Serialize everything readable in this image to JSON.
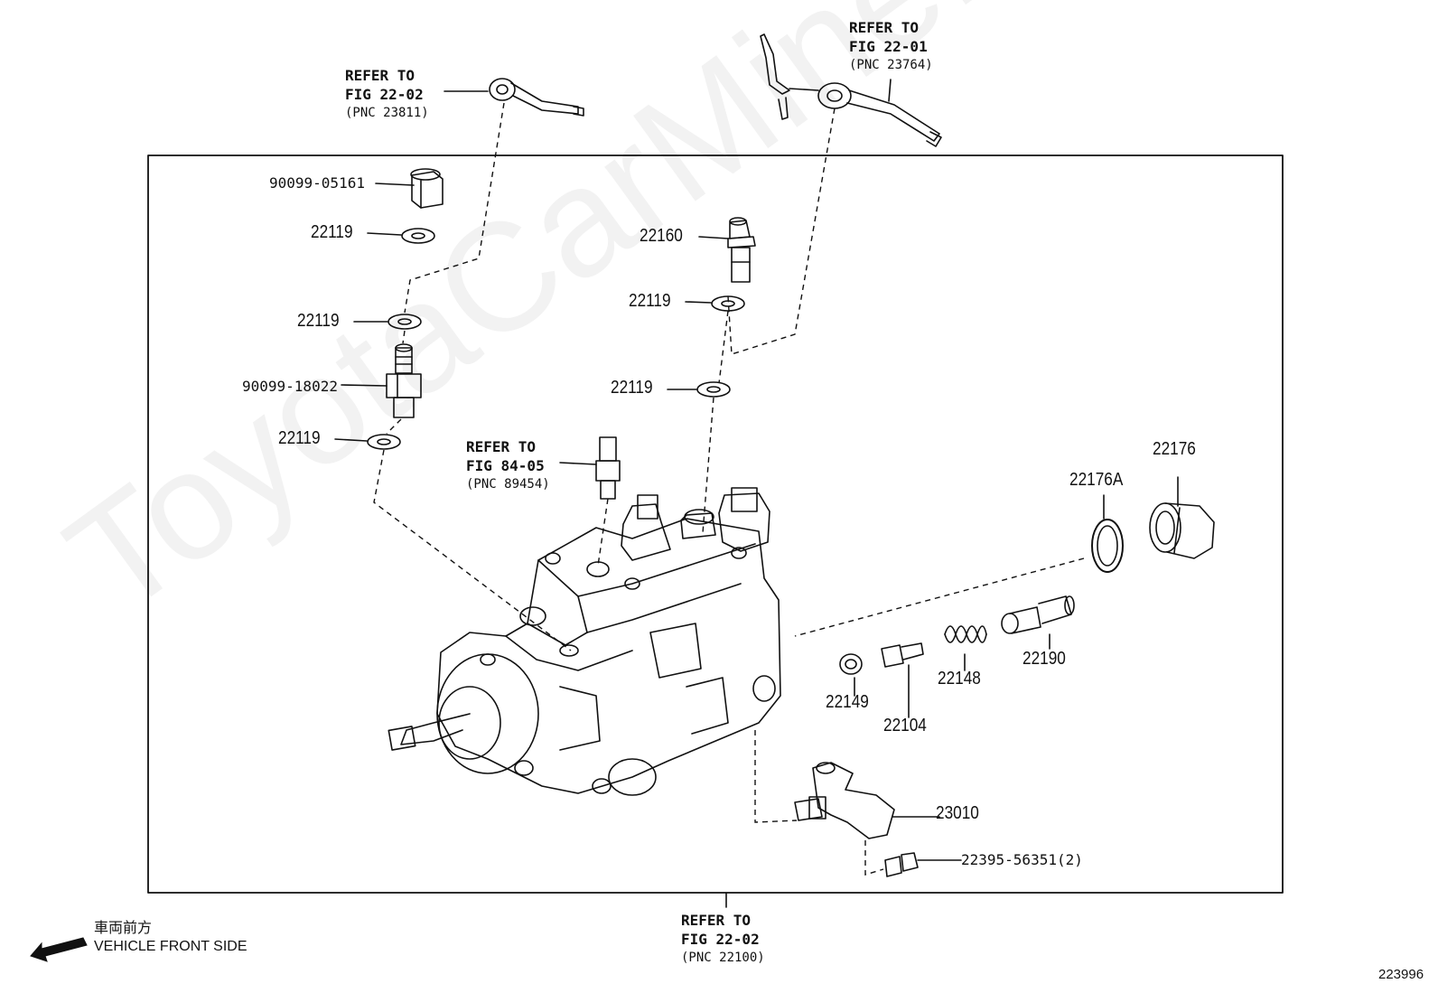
{
  "watermark": "ToyotaCarMine.ru",
  "refs": {
    "fig2202_top": {
      "line1": "REFER TO",
      "line2": "FIG 22-02",
      "line3": "(PNC 23811)"
    },
    "fig2201": {
      "line1": "REFER TO",
      "line2": "FIG 22-01",
      "line3": "(PNC 23764)"
    },
    "fig8405": {
      "line1": "REFER TO",
      "line2": "FIG 84-05",
      "line3": "(PNC 89454)"
    },
    "fig2202_bottom": {
      "line1": "REFER TO",
      "line2": "FIG 22-02",
      "line3": "(PNC 22100)"
    }
  },
  "parts": {
    "p90099_05161": "90099-05161",
    "p22119_a": "22119",
    "p22119_b": "22119",
    "p90099_18022": "90099-18022",
    "p22119_c": "22119",
    "p22160": "22160",
    "p22119_d": "22119",
    "p22119_e": "22119",
    "p22176A": "22176A",
    "p22176": "22176",
    "p22190": "22190",
    "p22148": "22148",
    "p22149": "22149",
    "p22104": "22104",
    "p23010": "23010",
    "p22395": "22395-56351(2)"
  },
  "front": {
    "japanese": "車両前方",
    "english": "VEHICLE FRONT SIDE"
  },
  "figure_id": "223996"
}
